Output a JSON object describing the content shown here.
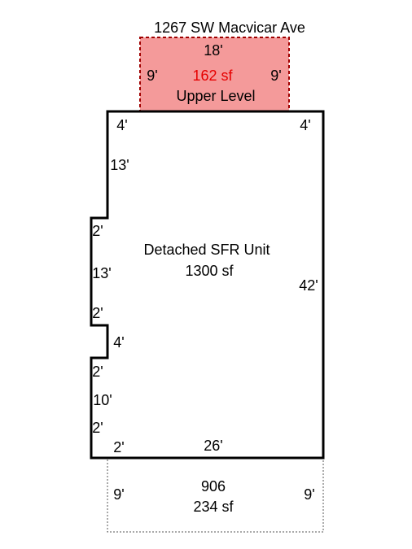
{
  "address": "1267 SW Macvicar Ave",
  "upper_level": {
    "width": "18'",
    "left_side": "9'",
    "right_side": "9'",
    "area": "162 sf",
    "label": "Upper Level",
    "fill_color": "#f49a9a",
    "area_color": "#e60000"
  },
  "main_unit": {
    "label": "Detached SFR Unit",
    "area": "1300 sf",
    "top_left": "4'",
    "top_right": "4'",
    "right_side": "42'",
    "bottom": "26'",
    "left_segments": {
      "seg_13a": "13'",
      "seg_2a": "2'",
      "seg_13b": "13'",
      "seg_2b": "2'",
      "seg_4": "4'",
      "seg_2c": "2'",
      "seg_10": "10'",
      "seg_2d": "2'",
      "seg_2e": "2'"
    }
  },
  "lower_area": {
    "label": "906",
    "area": "234 sf",
    "left_side": "9'",
    "right_side": "9'"
  }
}
